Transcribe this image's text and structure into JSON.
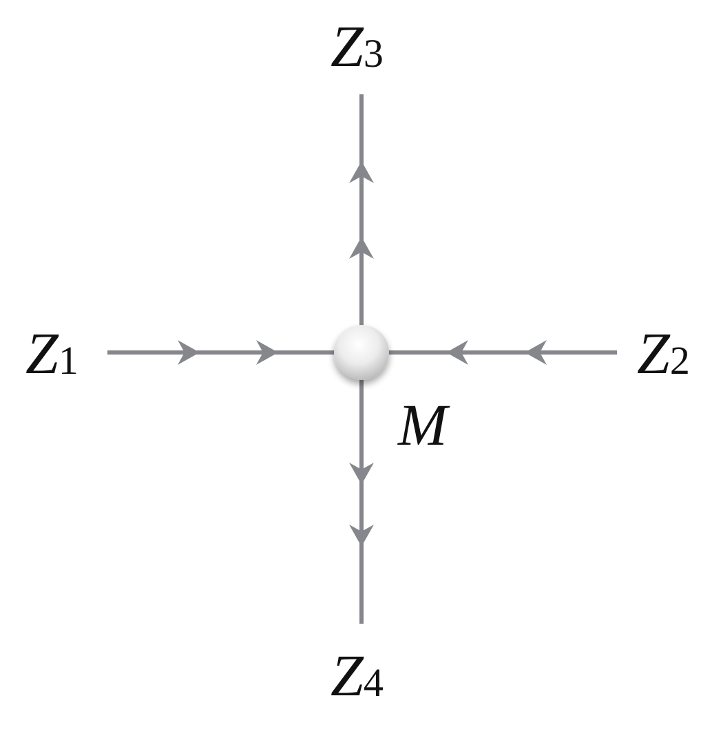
{
  "nodes": [
    {
      "id": "Z1",
      "symbol": "Z",
      "subscript": "1"
    },
    {
      "id": "Z2",
      "symbol": "Z",
      "subscript": "2"
    },
    {
      "id": "Z3",
      "symbol": "Z",
      "subscript": "3"
    },
    {
      "id": "Z4",
      "symbol": "Z",
      "subscript": "4"
    }
  ],
  "center": {
    "id": "M",
    "label": "M"
  },
  "edges": [
    {
      "from": "Z1",
      "to": "M",
      "arrows": 2
    },
    {
      "from": "Z2",
      "to": "M",
      "arrows": 2
    },
    {
      "from": "M",
      "to": "Z3",
      "arrows": 2
    },
    {
      "from": "M",
      "to": "Z4",
      "arrows": 2
    }
  ],
  "colors": {
    "edge": "#86878c",
    "text": "#111111",
    "node_light": "#ffffff",
    "node_dark": "#bdbdbd"
  }
}
